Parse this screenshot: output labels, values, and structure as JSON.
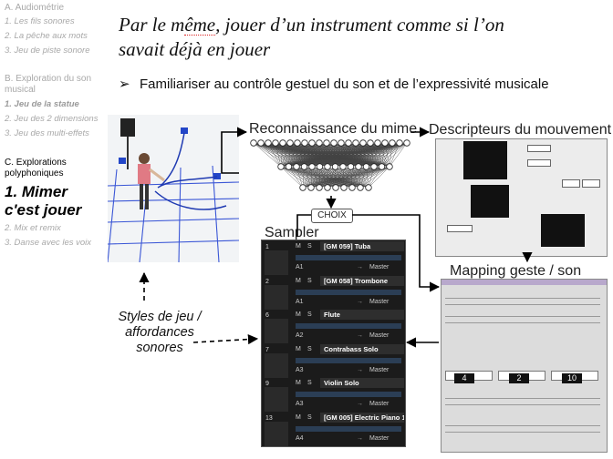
{
  "sidebar": {
    "sections": [
      {
        "heading": "A. Audiométrie",
        "items": [
          "1. Les fils sonores",
          "2. La pêche aux mots",
          "3. Jeu de piste sonore"
        ]
      },
      {
        "heading": "B. Exploration du son musical",
        "items": [
          "1. Jeu de la statue",
          "2. Jeu des 2 dimensions",
          "3. Jeu des multi-effets"
        ]
      },
      {
        "heading": "C. Explorations polyphoniques",
        "active": "1. Mimer c'est jouer",
        "items": [
          "2. Mix et remix",
          "3. Danse avec les voix"
        ]
      }
    ]
  },
  "slide": {
    "title_line1": "Par le même, jouer d’un instrument comme si l’on",
    "title_line2": "savait déjà en jouer",
    "bullet_glyph": "➢",
    "bullet": "Familiariser au contrôle gestuel du son et de l’expressivité musicale"
  },
  "diagram": {
    "recognition": "Reconnaissance du mime",
    "descriptors": "Descripteurs du mouvement",
    "choice": "CHOIX",
    "sampler": "Sampler",
    "mapping": "Mapping geste / son",
    "styles_line1": "Styles de jeu /",
    "styles_line2": "affordances",
    "styles_line3": "sonores"
  },
  "sampler_tracks": [
    {
      "num": "1",
      "m": "M",
      "s": "S",
      "name": "[GM 059] Tuba",
      "note": "A1",
      "out": "Master"
    },
    {
      "num": "2",
      "m": "M",
      "s": "S",
      "name": "[GM 058] Trombone",
      "note": "A1",
      "out": "Master"
    },
    {
      "num": "6",
      "m": "M",
      "s": "S",
      "name": "Flute",
      "note": "A2",
      "out": "Master"
    },
    {
      "num": "7",
      "m": "M",
      "s": "S",
      "name": "Contrabass Solo",
      "note": "A3",
      "out": "Master"
    },
    {
      "num": "9",
      "m": "M",
      "s": "S",
      "name": "Violin Solo",
      "note": "A3",
      "out": "Master"
    },
    {
      "num": "13",
      "m": "M",
      "s": "S",
      "name": "[GM 005] Electric Piano 1",
      "note": "A4",
      "out": "Master"
    }
  ],
  "mapping_values": [
    "4",
    "2",
    "10"
  ],
  "colors": {
    "sidebar_gray": "#a8a8a8",
    "sampler_bg": "#1b1b1b",
    "note_bar": "#2b3e55"
  }
}
